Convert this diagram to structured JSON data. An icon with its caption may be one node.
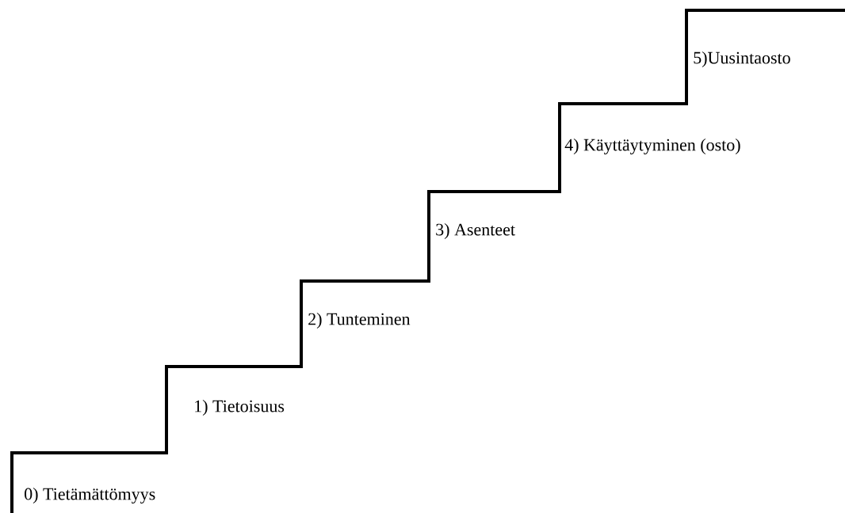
{
  "diagram": {
    "labels": [
      "0) Tietämättömyys",
      "1) Tietoisuus",
      "2) Tunteminen",
      "3) Asenteet",
      "4) Käyttäytyminen (osto)",
      "5)Uusintaosto"
    ]
  }
}
